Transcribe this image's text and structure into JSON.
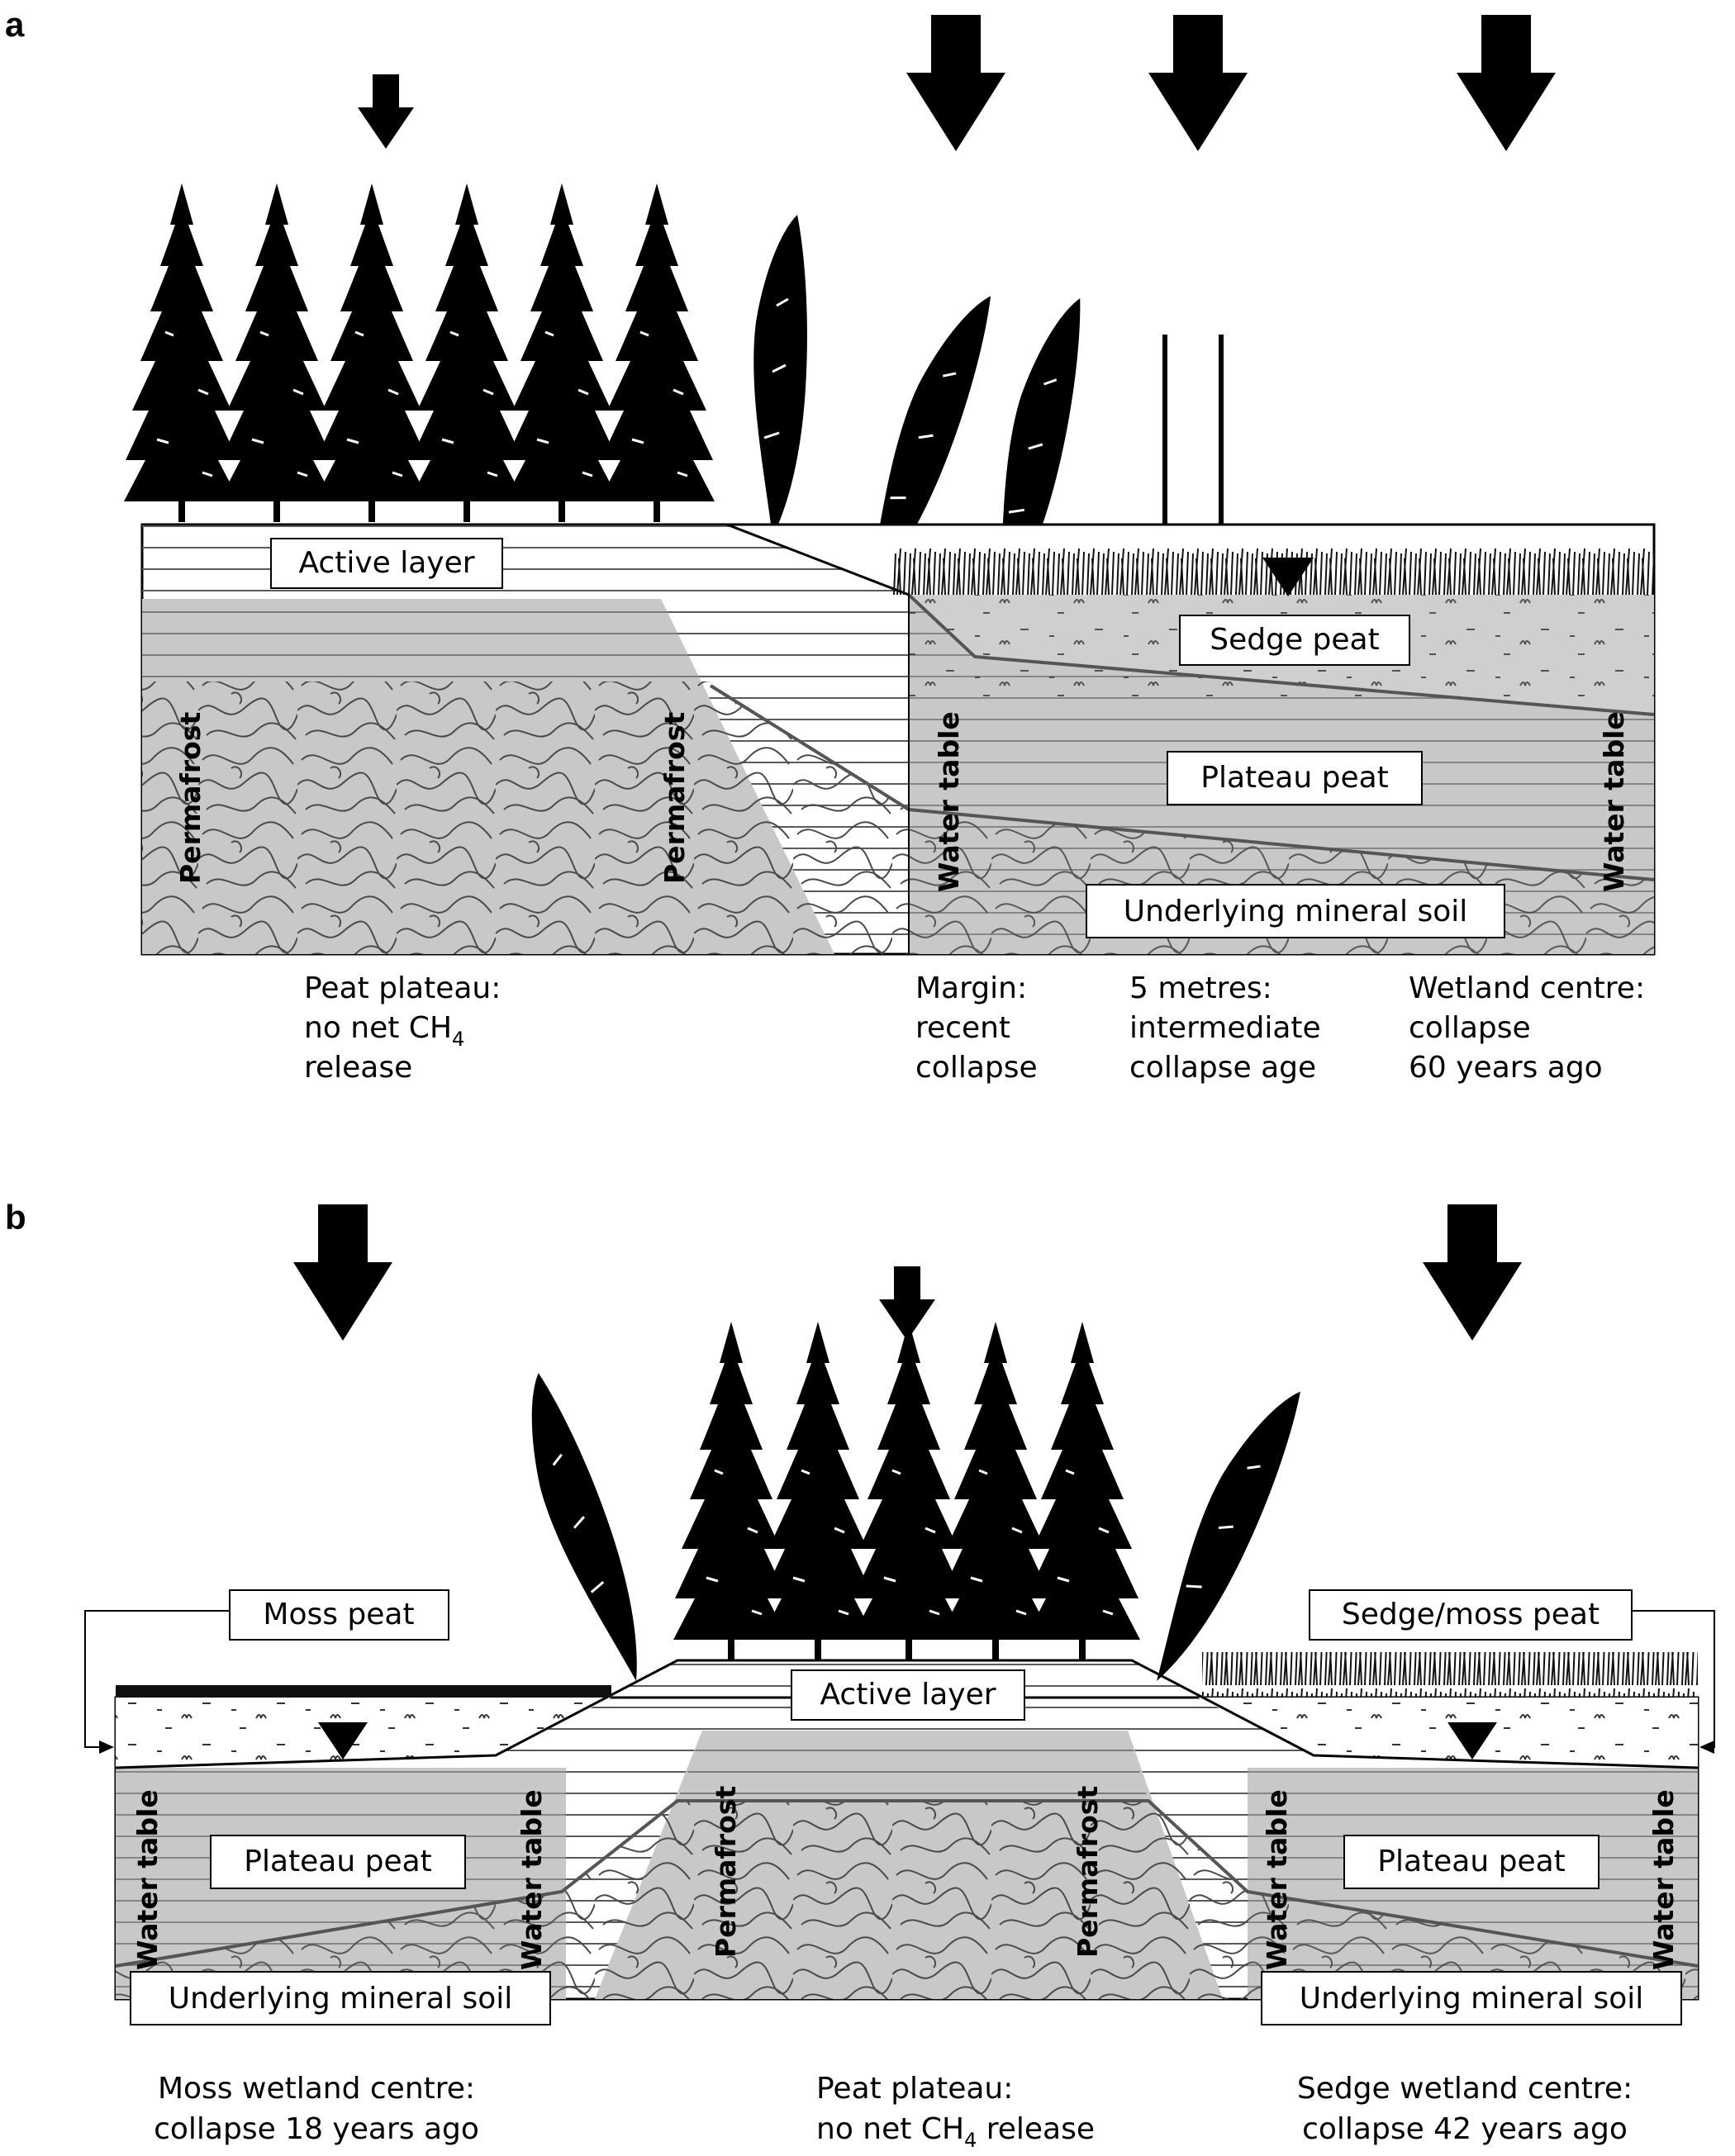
{
  "panel_a": {
    "letter": "a",
    "labels": {
      "active_layer": "Active layer",
      "sedge_peat": "Sedge peat",
      "plateau_peat": "Plateau peat",
      "mineral_soil": "Underlying mineral soil",
      "permafrost_left": "Permafrost",
      "permafrost_mid": "Permafrost",
      "water_table_left": "Water table",
      "water_table_right": "Water table"
    },
    "captions": {
      "plateau": [
        "Peat plateau:",
        "no net CH",
        "4",
        "release"
      ],
      "margin": [
        "Margin:",
        "recent",
        "collapse"
      ],
      "five_metres": [
        "5 metres:",
        "intermediate",
        "collapse age"
      ],
      "centre": [
        "Wetland centre:",
        "collapse",
        "60 years ago"
      ]
    },
    "arrows": [
      "small",
      "large",
      "large",
      "large"
    ]
  },
  "panel_b": {
    "letter": "b",
    "labels": {
      "moss_peat": "Moss peat",
      "sedge_moss_peat": "Sedge/moss peat",
      "active_layer": "Active layer",
      "plateau_peat_left": "Plateau peat",
      "plateau_peat_right": "Plateau peat",
      "mineral_soil_left": "Underlying mineral soil",
      "mineral_soil_right": "Underlying mineral soil",
      "permafrost_left": "Permafrost",
      "permafrost_right": "Permafrost",
      "water_table_1": "Water table",
      "water_table_2": "Water table",
      "water_table_3": "Water table",
      "water_table_4": "Water table"
    },
    "captions": {
      "moss_centre": [
        "Moss wetland centre:",
        "collapse 18 years ago"
      ],
      "plateau": [
        "Peat plateau:",
        "no net CH",
        "4",
        " release"
      ],
      "sedge_centre": [
        "Sedge wetland centre:",
        "collapse 42 years ago"
      ]
    },
    "arrows": [
      "large",
      "small",
      "large"
    ]
  },
  "colors": {
    "ink": "#000000",
    "grey_fill": "#c8c8c8",
    "line_grey": "#6a6a6a",
    "background": "#ffffff"
  }
}
